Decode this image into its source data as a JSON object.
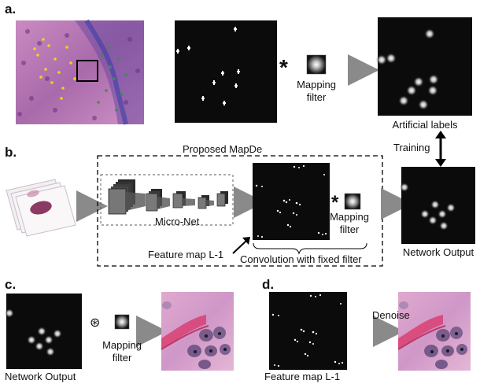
{
  "panels": {
    "a": {
      "label": "a.",
      "mapping_filter_line1": "Mapping",
      "mapping_filter_line2": "filter",
      "conv_symbol": "*",
      "artificial_labels": "Artificial labels"
    },
    "b": {
      "label": "b.",
      "title": "Proposed MapDe",
      "micro_net": "Micro-Net",
      "feature_map": "Feature map L-1",
      "mapping_filter_line1": "Mapping",
      "mapping_filter_line2": "filter",
      "conv_symbol": "*",
      "convolution_caption": "Convolution with fixed filter",
      "network_output": "Network Output",
      "training": "Training"
    },
    "c": {
      "label": "c.",
      "network_output": "Network Output",
      "mapping_filter_line1": "Mapping",
      "mapping_filter_line2": "filter",
      "deconv_symbol": "⊛"
    },
    "d": {
      "label": "d.",
      "feature_map": "Feature map L-1",
      "denoise": "Denoise"
    }
  },
  "colors": {
    "arrow_gray": "#8a8a8a",
    "histology_pink": "#c77bb0",
    "histology_purple": "#7b3f92",
    "detection_yellow": "#f2d21b",
    "detection_green": "#3a8f52"
  },
  "icons": [
    "arrow-right-icon",
    "arrow-up-down-icon",
    "arrow-diagonal-icon",
    "mapping-filter-icon",
    "stacked-slides-icon"
  ]
}
